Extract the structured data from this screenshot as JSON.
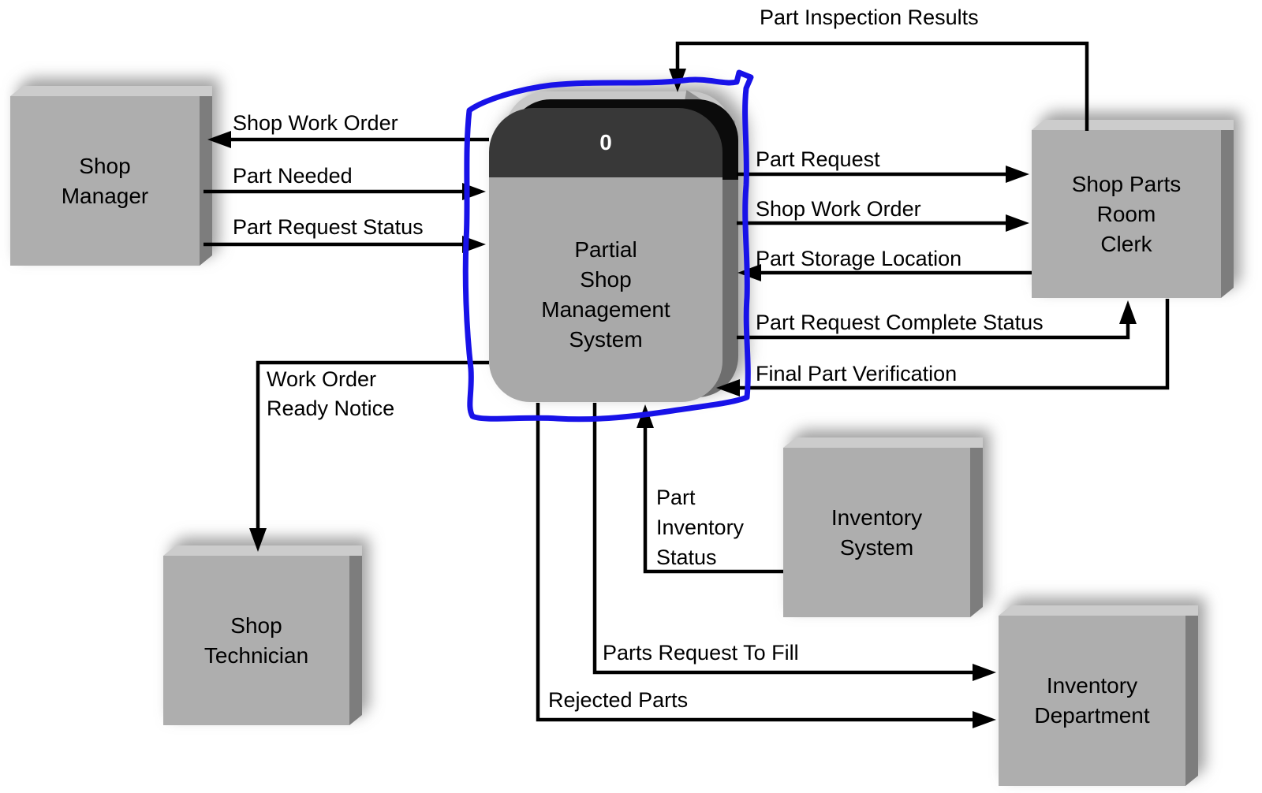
{
  "process": {
    "number": "0",
    "label_lines": [
      "Partial",
      "Shop",
      "Management",
      "System"
    ]
  },
  "entities": {
    "shop_manager": {
      "lines": [
        "Shop",
        "Manager"
      ]
    },
    "shop_parts_room_clerk": {
      "lines": [
        "Shop Parts",
        "Room",
        "Clerk"
      ]
    },
    "shop_technician": {
      "lines": [
        "Shop",
        "Technician"
      ]
    },
    "inventory_system": {
      "lines": [
        "Inventory",
        "System"
      ]
    },
    "inventory_department": {
      "lines": [
        "Inventory",
        "Department"
      ]
    }
  },
  "flows": {
    "part_inspection_results": "Part Inspection Results",
    "shop_work_order_to_manager": "Shop Work Order",
    "part_needed": "Part Needed",
    "part_request_status": "Part Request Status",
    "work_order_ready_notice_lines": [
      "Work Order",
      "Ready Notice"
    ],
    "part_request": "Part Request",
    "shop_work_order_to_clerk": "Shop Work Order",
    "part_storage_location": "Part Storage Location",
    "part_request_complete_status": "Part Request Complete Status",
    "final_part_verification": "Final Part Verification",
    "part_inventory_status_lines": [
      "Part",
      "Inventory",
      "Status"
    ],
    "parts_request_to_fill": "Parts Request To Fill",
    "rejected_parts": "Rejected Parts"
  },
  "annotation": {
    "type": "hand-drawn highlight loop around process 0",
    "color": "#1812e8"
  },
  "colors": {
    "entity_front": "#aeaeae",
    "entity_top": "#cccccc",
    "entity_side": "#7d7d7d",
    "process_header": "#383838",
    "process_body": "#a9a9a9",
    "line": "#000000"
  }
}
